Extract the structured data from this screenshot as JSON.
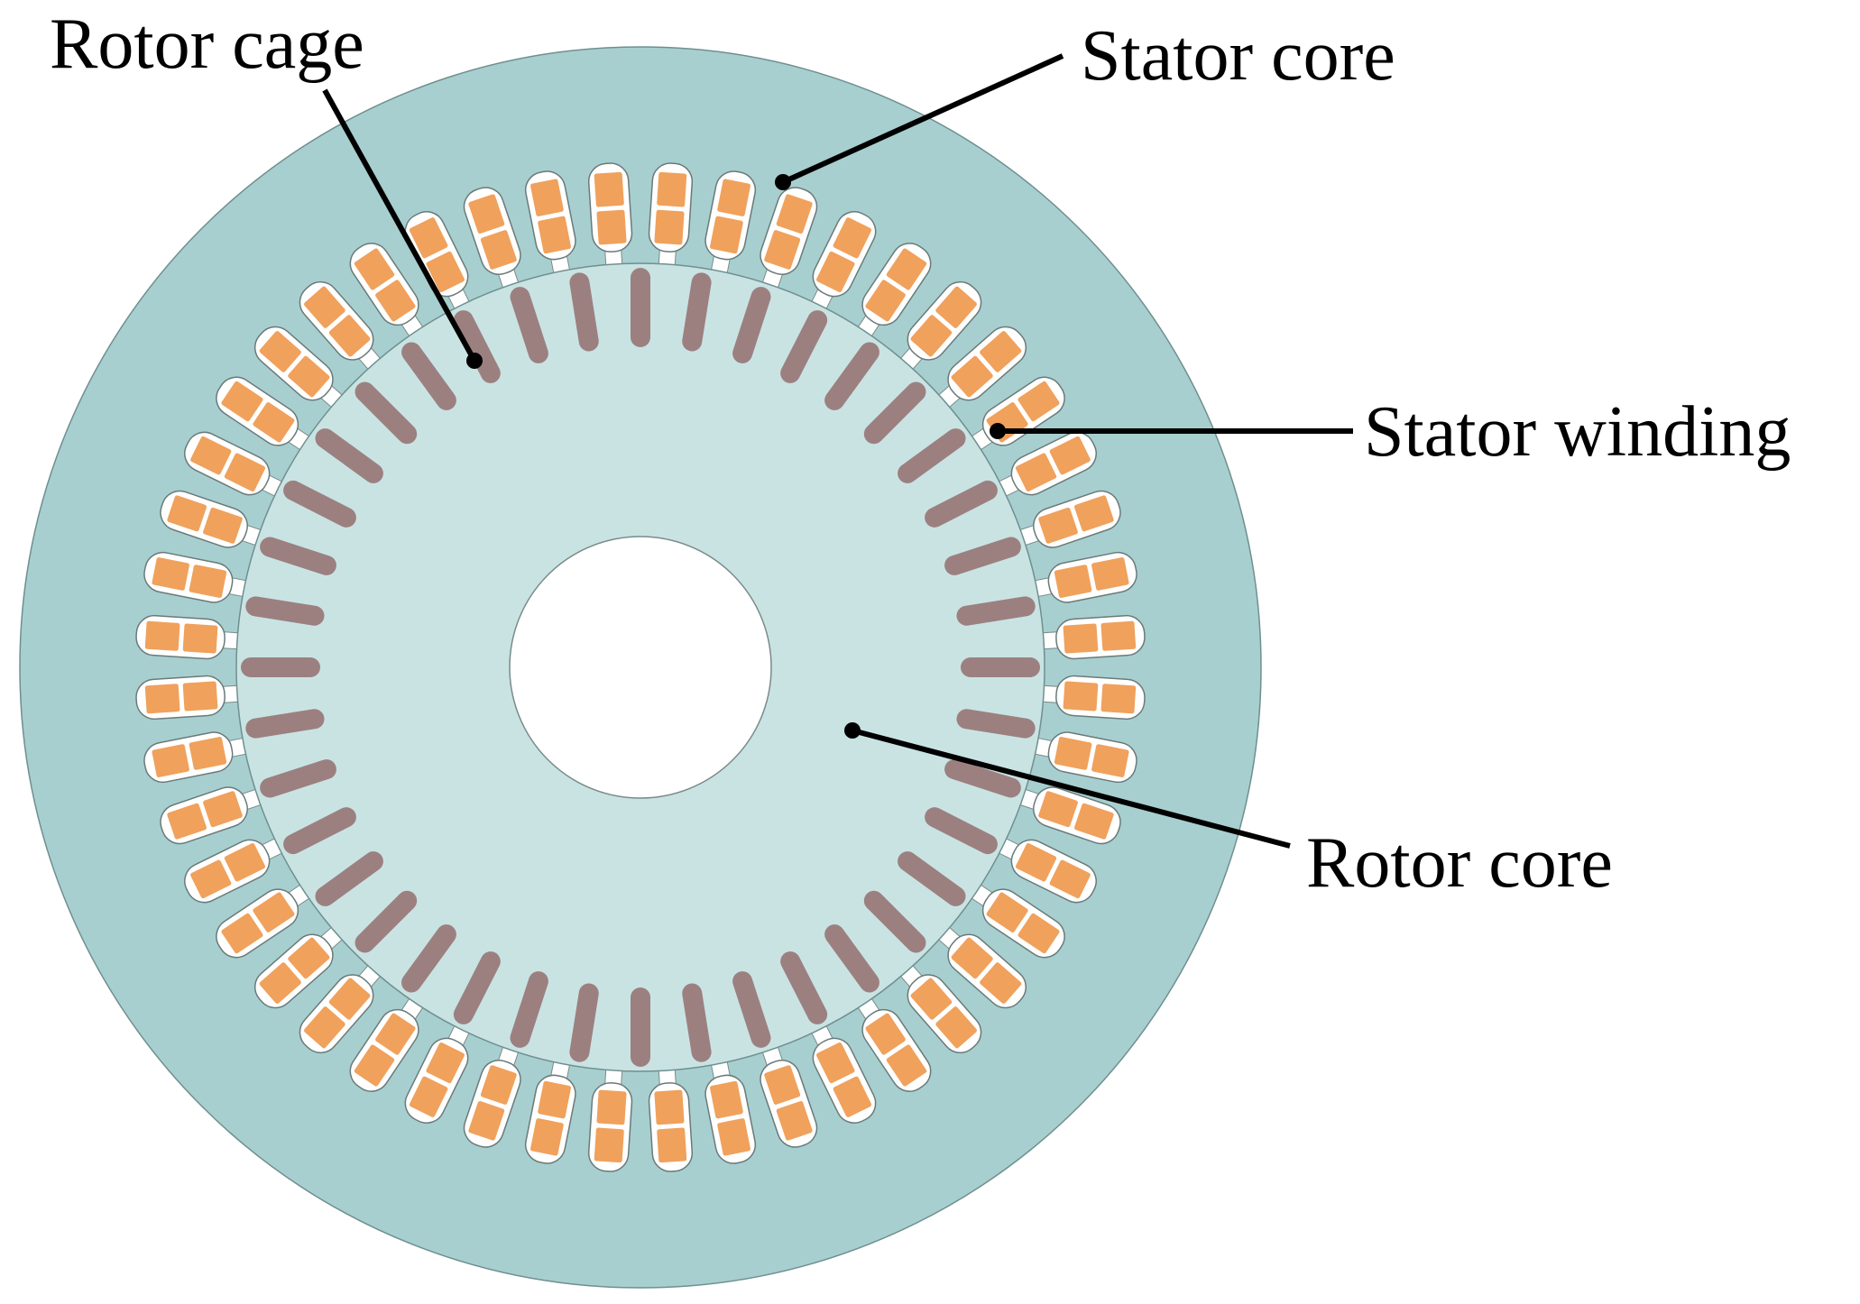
{
  "labels": {
    "rotor_cage": "Rotor cage",
    "stator_core": "Stator core",
    "stator_winding": "Stator winding",
    "rotor_core": "Rotor core"
  },
  "geometry_counts": {
    "stator_slots": 48,
    "rotor_bars": 40
  },
  "colors": {
    "stator_core": "#a8cfcf",
    "rotor_core": "#c9e3e3",
    "stator_winding": "#f0a15c",
    "rotor_bar": "#9c8080",
    "shaft": "#ffffff",
    "outline": "#5a6e6e"
  }
}
